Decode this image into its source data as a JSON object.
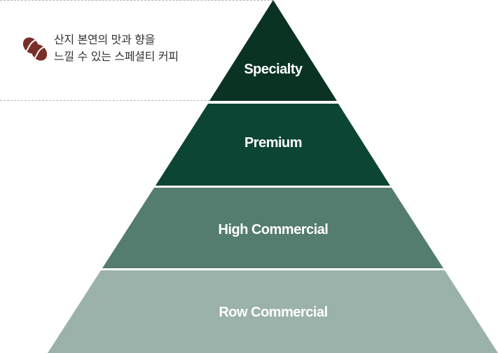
{
  "callout": {
    "line1": "산지 본연의 맛과 향을",
    "line2": "느낄 수 있는 스페셜티 커피",
    "icon": "coffee-bean-icon",
    "icon_color": "#7a2e2a"
  },
  "tiers": [
    {
      "label": "Specialty",
      "color": "#0a3324"
    },
    {
      "label": "Premium",
      "color": "#0d4535"
    },
    {
      "label": "High Commercial",
      "color": "#547c6f"
    },
    {
      "label": "Row Commercial",
      "color": "#9ab2aa"
    }
  ]
}
